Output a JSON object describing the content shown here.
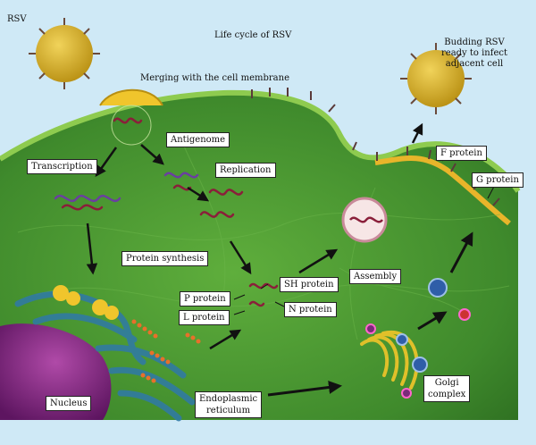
{
  "title": "Life cycle of RSV",
  "labels": {
    "rsv": "RSV",
    "merging": "Merging with the cell membrane",
    "budding": "Budding RSV\nready to infect\nadjacent cell",
    "antigenome": "Antigenome",
    "transcription": "Transcription",
    "replication": "Replication",
    "protein_synthesis": "Protein synthesis",
    "f_protein": "F protein",
    "g_protein": "G protein",
    "sh_protein": "SH protein",
    "assembly": "Assembly",
    "p_protein": "P protein",
    "l_protein": "L protein",
    "n_protein": "N protein",
    "nucleus": "Nucleus",
    "endoplasmic_reticulum": "Endoplasmic\nreticulum",
    "golgi_complex": "Golgi\ncomplex"
  },
  "colors": {
    "sky": "#cfe9f6",
    "cytoplasm": "#4e9a34",
    "membrane": "#86c24a",
    "nucleus": "#7a1f7a",
    "er": "#2f79a8",
    "virus": "#d9b022",
    "rna": "#8a1f3a",
    "arrow": "#111111"
  }
}
